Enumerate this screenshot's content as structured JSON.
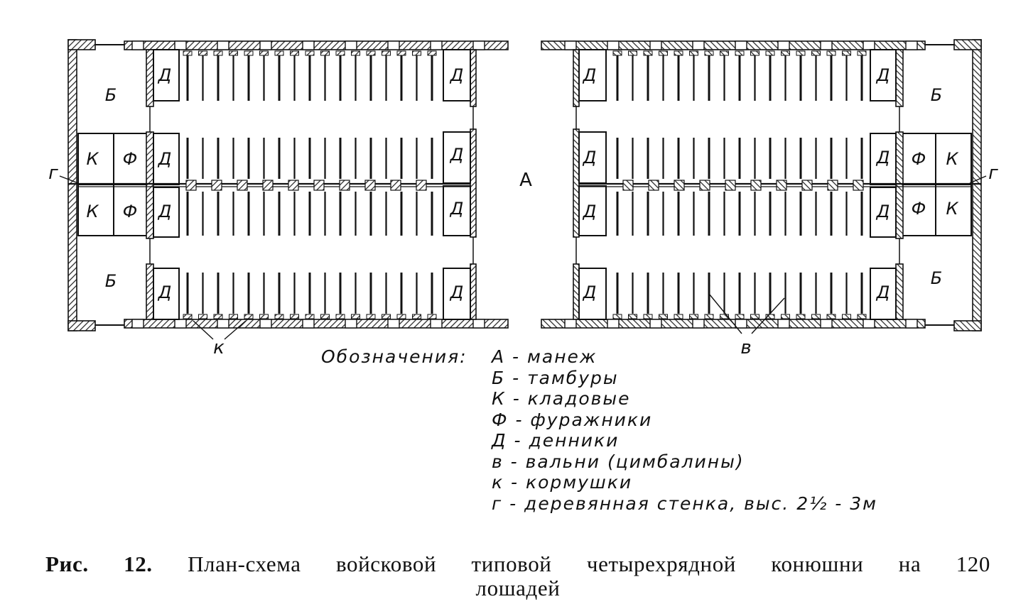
{
  "diagram": {
    "arena_label": "А",
    "rooms": {
      "vestibule": "Б",
      "storeroom": "К",
      "feed_room": "Ф",
      "stall": "Д"
    },
    "callouts": {
      "wooden_wall": "г",
      "feeder": "к",
      "bar": "в"
    }
  },
  "legend": {
    "title": "Обозначения:",
    "items": [
      "А - манеж",
      "Б - тамбуры",
      "К - кладовые",
      "Ф - фуражники",
      "Д - денники",
      "в - вальни (цимбалины)",
      "к - кормушки",
      "г - деревянная стенка, выс. 2½ - 3м"
    ]
  },
  "caption": {
    "figure_number": "Рис. 12.",
    "text_line1": "План-схема войсковой типовой четырехрядной конюшни на 120",
    "text_line2": "лошадей"
  }
}
